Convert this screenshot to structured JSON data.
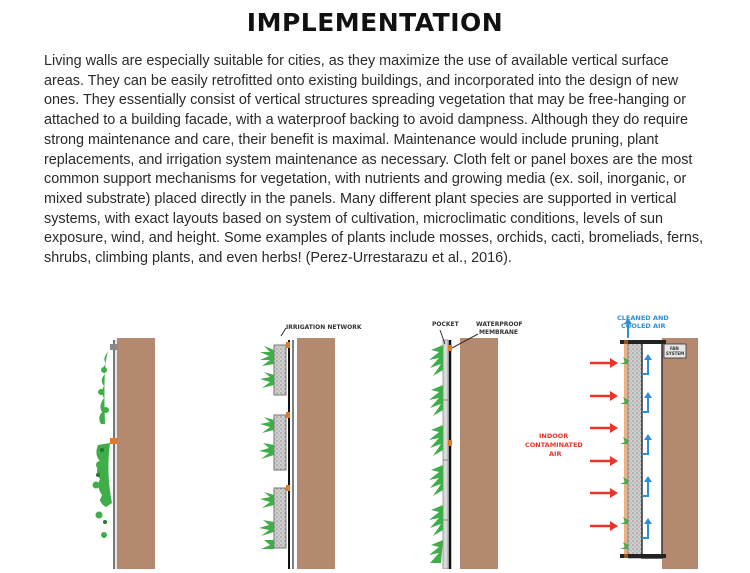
{
  "title": "IMPLEMENTATION",
  "paragraph": "Living walls are especially suitable for cities, as they maximize the use of available vertical surface areas. They can be easily retrofitted onto existing buildings, and incorporated into the design of new ones. They essentially consist of vertical structures spreading vegetation that may be free-hanging or attached to a building facade, with a waterproof backing to avoid dampness. Although they do require strong maintenance and care, their benefit is maximal. Maintenance would include pruning, plant replacements, and irrigation system maintenance as necessary. Cloth felt or panel boxes are the most common support mechanisms for vegetation, with nutrients and growing media (ex. soil, inorganic, or mixed substrate) placed directly in the panels. Many different plant species are supported in vertical systems, with exact layouts based on system of cultivation, microclimatic conditions, levels of sun exposure, wind, and height. Some examples of plants include mosses, orchids, cacti, bromeliads, ferns, shrubs, climbing plants, and even herbs! (Perez-Urrestarazu et al., 2016).",
  "figure": {
    "labels": {
      "irrigation": "IRRIGATION NETWORK",
      "pocket": "POCKET",
      "waterproof_1": "WATERPROOF",
      "waterproof_2": "MEMBRANE",
      "cleaned_1": "CLEANED AND",
      "cleaned_2": "COOLED AIR",
      "fan_1": "FAN",
      "fan_2": "SYSTEM",
      "indoor_1": "INDOOR",
      "indoor_2": "CONTAMINATED",
      "indoor_3": "AIR"
    },
    "colors": {
      "wall": "#b4896f",
      "plant": "#3fae49",
      "orange": "#e07b2a",
      "red_arrow": "#e8352b",
      "blue": "#2f8fd6"
    }
  }
}
